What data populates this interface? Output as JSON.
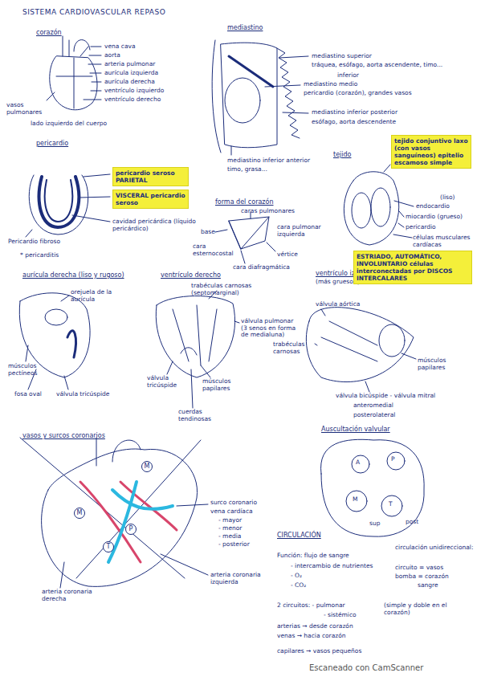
{
  "diagram": {
    "title": "SISTEMA CARDIOVASCULAR REPASO",
    "nodes": [
      {
        "text": [
          "pericardio seroso PARIETAL"
        ]
      },
      {
        "text": [
          "VISCERAL pericardio seroso"
        ]
      },
      {
        "text": [
          "tejido conjuntivo laxo (con vasos sanguíneos) epitelio escamoso simple"
        ]
      },
      {
        "text": [
          "ESTRIADO, AUTOMÁTICO, INVOLUNTARIO células interconectadas por DISCOS INTERCALARES"
        ]
      }
    ],
    "labels": [
      "corazón",
      "vena cava",
      "aorta",
      "arteria pulmonar",
      "aurícula izquierda",
      "aurícula derecha",
      "ventrículo izquierdo",
      "ventrículo derecho",
      "vasos pulmonares",
      "lado izquierdo del cuerpo",
      "mediastino",
      "mediastino superior",
      "tráquea, esófago, aorta ascendente, timo...",
      "inferior",
      "mediastino medio",
      "pericardio (corazón), grandes vasos",
      "mediastino inferior posterior",
      "esófago, aorta descendente",
      "mediastino inferior anterior",
      "timo, grasa...",
      "pericardio",
      "cavidad pericárdica (líquido pericárdico)",
      "Pericardio fibroso",
      "* pericarditis",
      "forma del corazón",
      "caras pulmonares",
      "base",
      "cara pulmonar izquierda",
      "cara esternocostal",
      "vértice",
      "cara diafragmática",
      "tejido",
      "(liso)",
      "endocardio",
      "miocardio (grueso)",
      "pericardio",
      "células musculares cardíacas",
      "aurícula derecha (liso y rugoso)",
      "orejuela de la aurícula",
      "músculos pectíneos",
      "fosa oval",
      "válvula tricúspide",
      "ventrículo derecho",
      "trabéculas carnosas (septomarginal)",
      "válvula pulmonar (3 senos en forma de medialuna)",
      "válvula tricúspide",
      "músculos papilares",
      "cuerdas tendinosas",
      "ventrículo izquierdo",
      "(más grueso que el derecho)",
      "válvula aórtica",
      "trabéculas carnosas",
      "músculos papilares",
      "válvula bicúspide - válvula mitral",
      "anteromedial",
      "posterolateral",
      "vasos y surcos coronarios",
      "surco coronario",
      "vena cardíaca",
      "- mayor",
      "- menor",
      "- media",
      "- posterior",
      "arteria coronaria izquierda",
      "arteria coronaria derecha",
      "M",
      "M",
      "P",
      "T",
      "Auscultación valvular",
      "A",
      "P",
      "M",
      "T",
      "sup",
      "post",
      "CIRCULACIÓN",
      "Función: flujo de sangre",
      "- intercambio de nutrientes",
      "- O₂",
      "- CO₂",
      "circulación unidireccional:",
      "circuito = vasos",
      "bomba = corazón",
      "sangre",
      "2 circuitos: - pulmonar",
      "- sistémico",
      "(simple y doble en el corazón)",
      "arterias → desde corazón",
      "venas → hacia corazón",
      "capilares → vasos pequeños",
      "Escaneado con CamScanner"
    ]
  }
}
